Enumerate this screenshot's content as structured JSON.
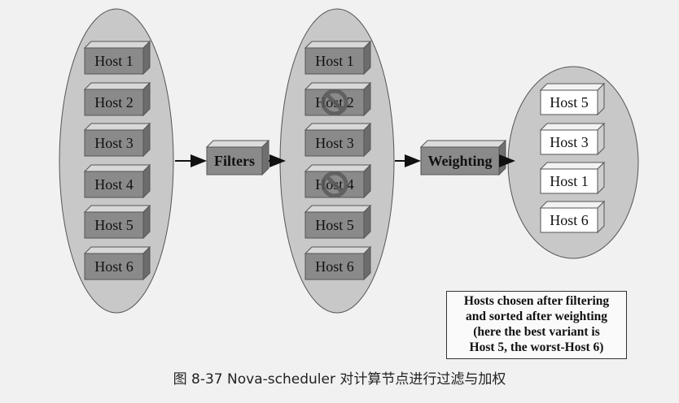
{
  "diagram": {
    "stage1_hosts": [
      "Host 1",
      "Host 2",
      "Host 3",
      "Host 4",
      "Host 5",
      "Host 6"
    ],
    "stage2_hosts": [
      "Host 1",
      "Host 2",
      "Host 3",
      "Host 4",
      "Host 5",
      "Host 6"
    ],
    "stage2_rejected": [
      "Host 2",
      "Host 4"
    ],
    "stage3_hosts": [
      "Host 5",
      "Host 3",
      "Host 1",
      "Host 6"
    ],
    "filters_label": "Filters",
    "weighting_label": "Weighting",
    "note_lines": [
      "Hosts chosen after filtering",
      "and sorted after weighting",
      "(here the best variant is",
      "Host 5, the worst-Host 6)"
    ],
    "caption": "图 8-37    Nova-scheduler 对计算节点进行过滤与加权",
    "colors": {
      "ellipse_fill": "#c8c8c8",
      "host_front_dark": "#8a8a8a",
      "host_front_light": "#ffffff",
      "rejected_symbol": "#5a5a5a"
    },
    "icons": [
      "no-entry-icon"
    ]
  }
}
